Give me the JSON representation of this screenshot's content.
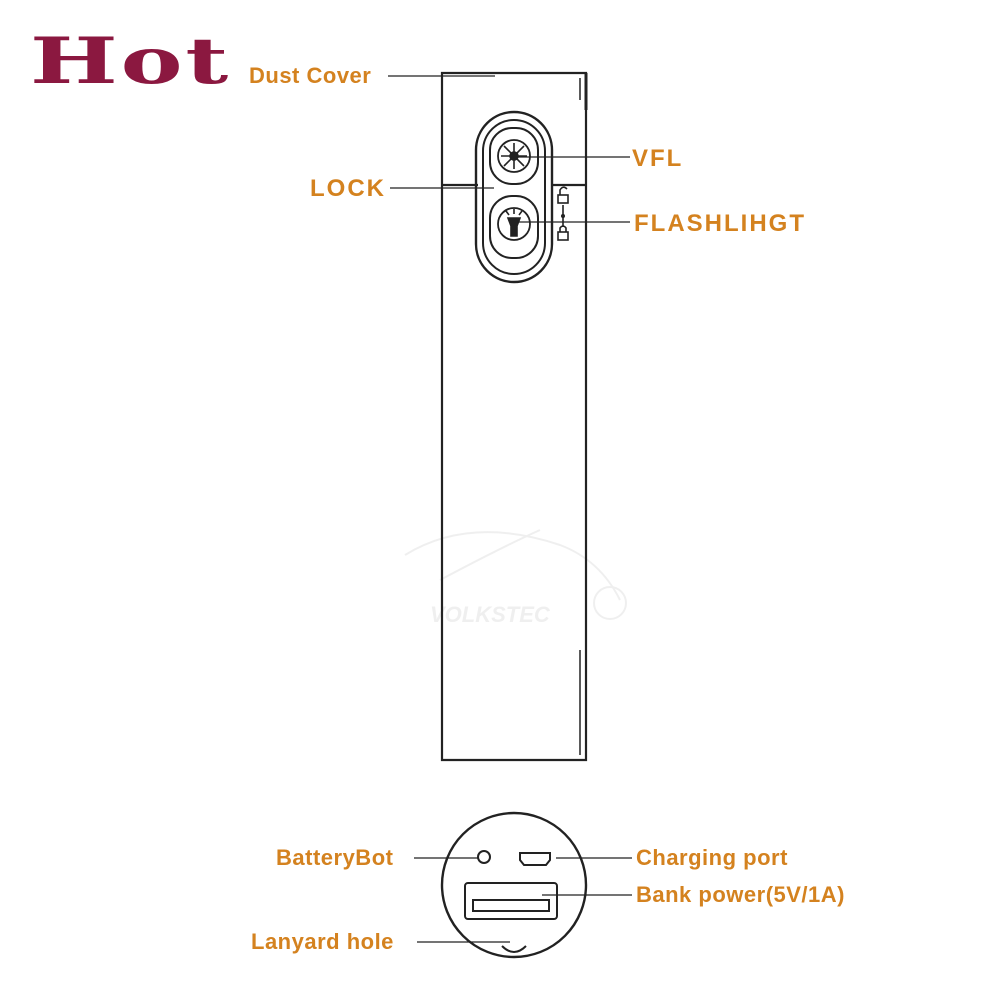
{
  "badge": {
    "text": "Hot",
    "color": "#8b1840"
  },
  "label_color": "#d4821f",
  "labels": {
    "dust_cover": "Dust Cover",
    "vfl": "VFL",
    "lock": "LOCK",
    "flashlight": "FLASHLIHGT",
    "battery": "BatteryBot",
    "charging_port": "Charging port",
    "bank_power": "Bank power(5V/1A)",
    "lanyard_hole": "Lanyard hole"
  },
  "watermark": {
    "text": "VOLKSTEC"
  },
  "icons": [
    "laser-icon",
    "flashlight-icon",
    "lock-open-icon",
    "lock-closed-icon"
  ]
}
